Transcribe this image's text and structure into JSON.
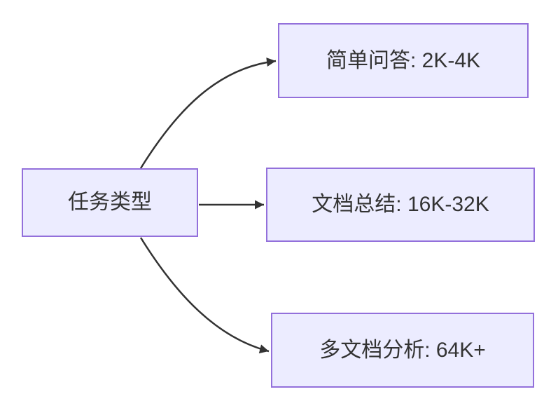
{
  "diagram": {
    "type": "flowchart-left-to-right",
    "root": {
      "label": "任务类型"
    },
    "branches": [
      {
        "label": "简单问答: 2K-4K"
      },
      {
        "label": "文档总结: 16K-32K"
      },
      {
        "label": "多文档分析: 64K+"
      }
    ],
    "edges": [
      {
        "from": "任务类型",
        "to": "简单问答: 2K-4K",
        "style": "curved-up"
      },
      {
        "from": "任务类型",
        "to": "文档总结: 16K-32K",
        "style": "straight"
      },
      {
        "from": "任务类型",
        "to": "多文档分析: 64K+",
        "style": "curved-down"
      }
    ]
  },
  "colors": {
    "background": "#ffffff",
    "node_fill": "#ECECFF",
    "node_border": "#9370DB",
    "arrow": "#333333",
    "text": "#333333"
  }
}
